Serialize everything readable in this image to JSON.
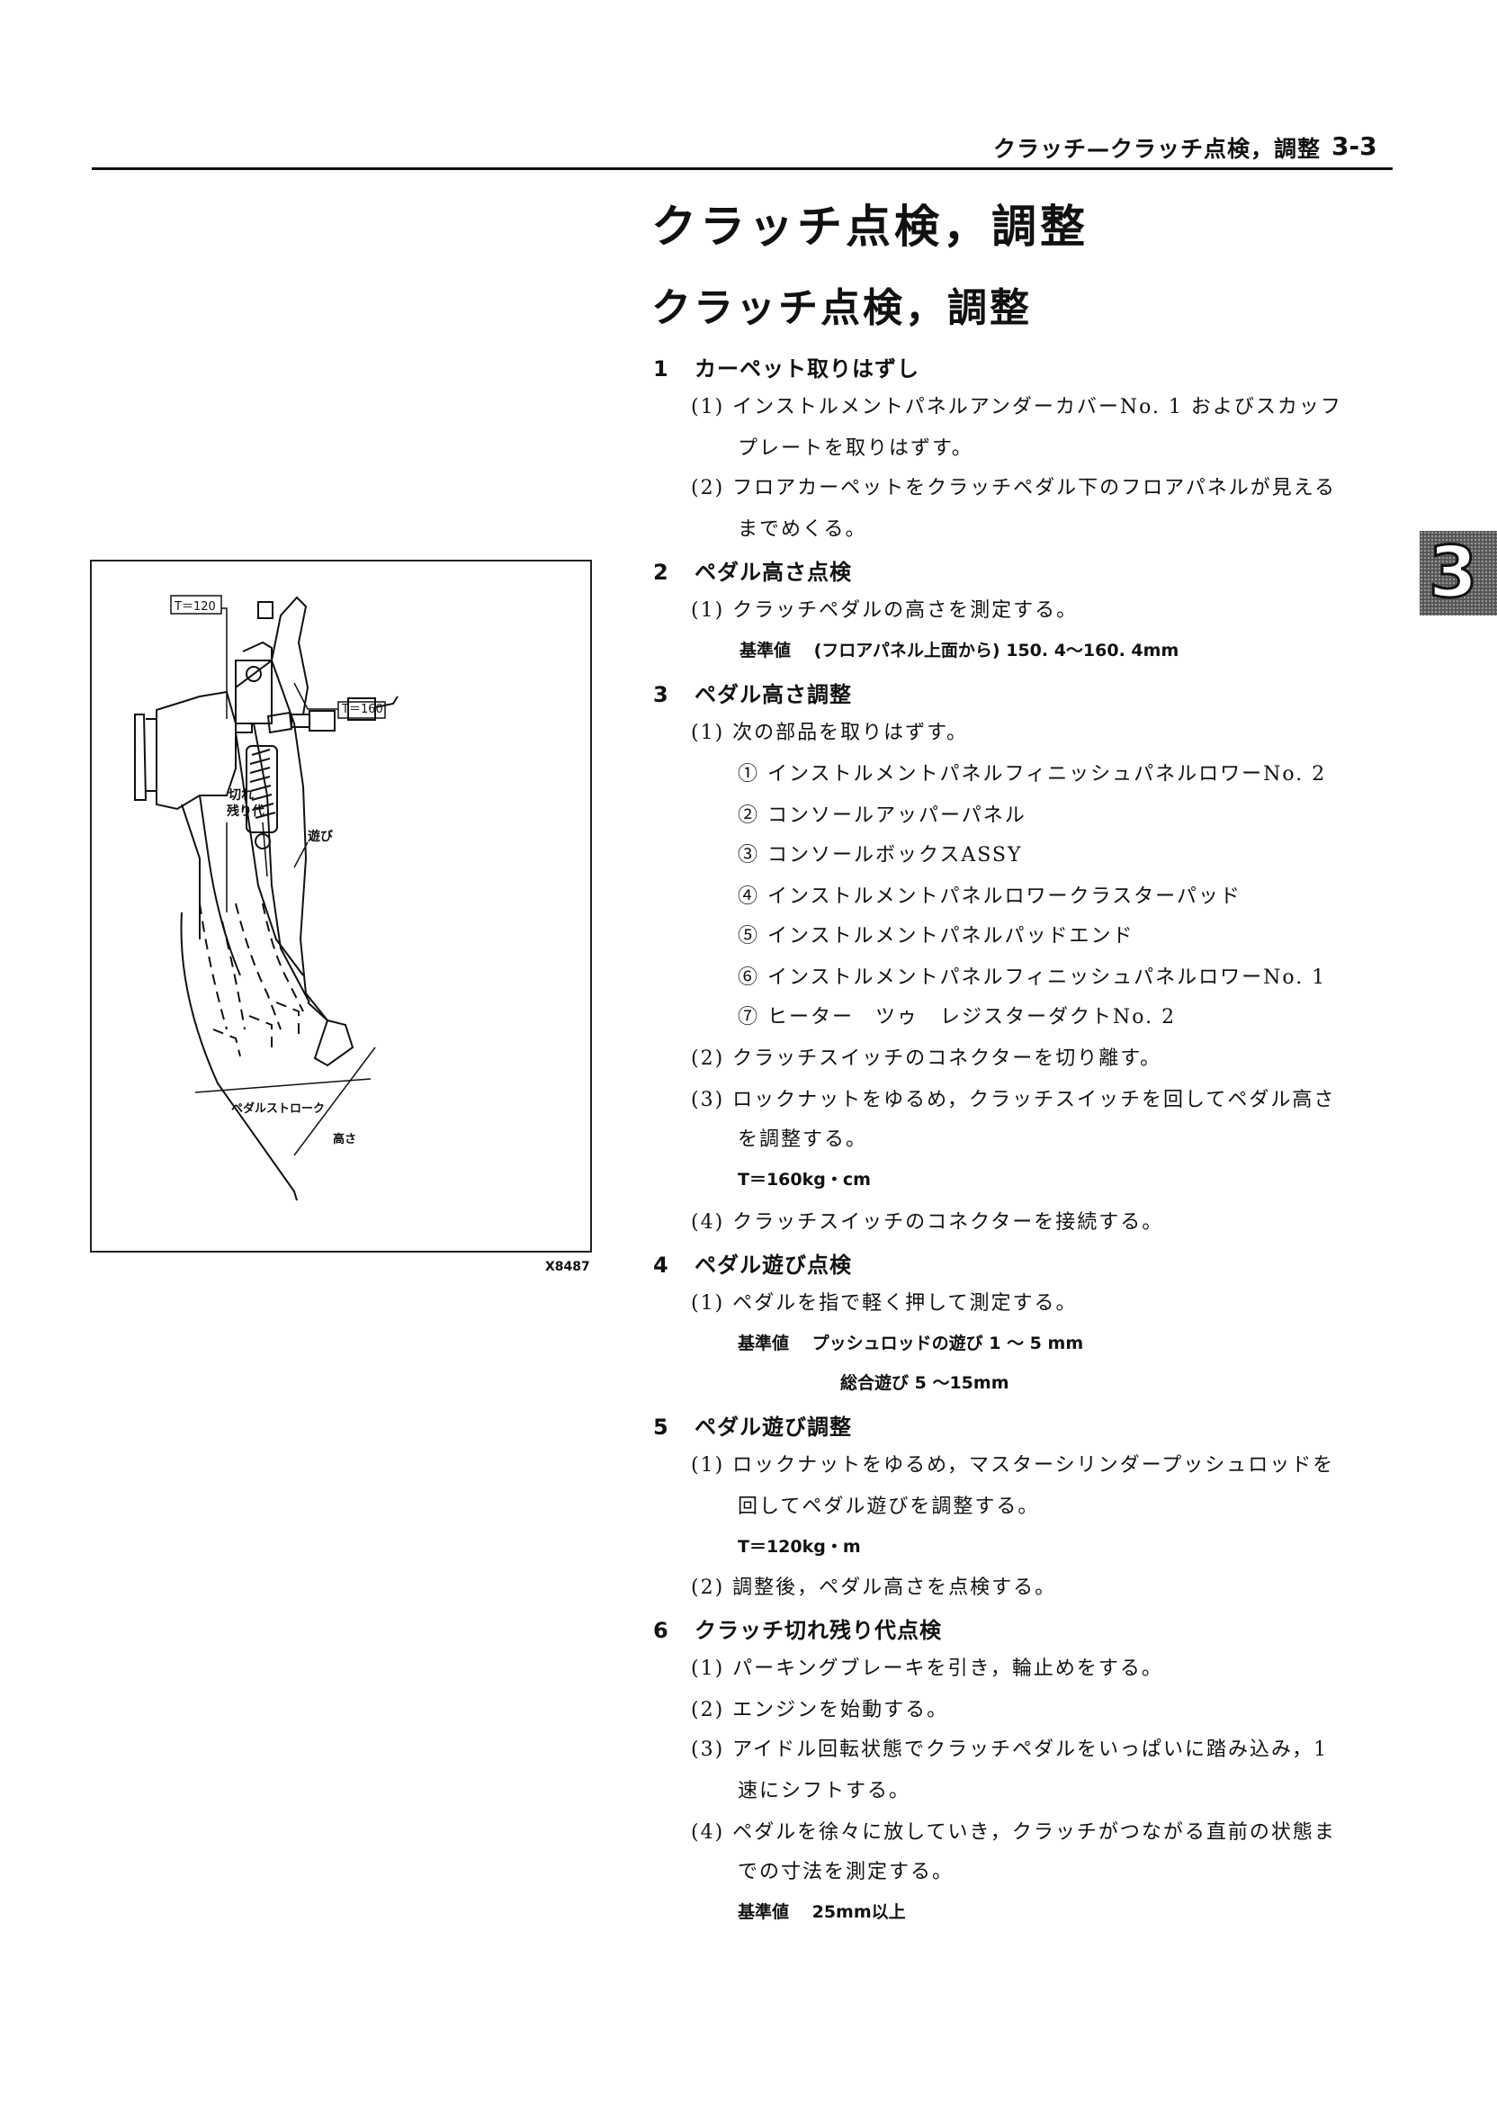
{
  "header": {
    "title": "クラッチ—クラッチ点検，調整",
    "page": "3-3"
  },
  "headings": {
    "h1": "クラッチ点検，調整",
    "h2": "クラッチ点検，調整"
  },
  "tab": {
    "label": "3"
  },
  "figure": {
    "id": "X8487",
    "labels": {
      "t120": "T＝120",
      "t160": "T＝160",
      "kireru": "切れ",
      "nokori": "残り代",
      "asobi": "遊び",
      "stroke": "ペダルストローク",
      "takasa": "高さ"
    }
  },
  "sections": [
    {
      "num": "1",
      "title": "カーペット取りはずし"
    },
    {
      "num": "2",
      "title": "ペダル高さ点検"
    },
    {
      "num": "3",
      "title": "ペダル高さ調整"
    },
    {
      "num": "4",
      "title": "ペダル遊び点検"
    },
    {
      "num": "5",
      "title": "ペダル遊び調整"
    },
    {
      "num": "6",
      "title": "クラッチ切れ残り代点検"
    }
  ],
  "lines": {
    "s1_1a": "(1)  インストルメントパネルアンダーカバーNo. 1 およびスカッフ",
    "s1_1b": "プレートを取りはずす。",
    "s1_2a": "(2)  フロアカーペットをクラッチペダル下のフロアパネルが見える",
    "s1_2b": "までめくる。",
    "s2_1": "(1)  クラッチペダルの高さを測定する。",
    "s2_std": "基準値　  (フロアパネル上面から) 150. 4～160. 4mm",
    "s3_1": "(1)  次の部品を取りはずす。",
    "s3_p1": "①  インストルメントパネルフィニッシュパネルロワーNo. 2",
    "s3_p2": "②  コンソールアッパーパネル",
    "s3_p3": "③  コンソールボックスASSY",
    "s3_p4": "④  インストルメントパネルロワークラスターパッド",
    "s3_p5": "⑤  インストルメントパネルパッドエンド",
    "s3_p6": "⑥  インストルメントパネルフィニッシュパネルロワーNo. 1",
    "s3_p7": "⑦  ヒーター　ツゥ　レジスターダクトNo. 2",
    "s3_2": "(2)  クラッチスイッチのコネクターを切り離す。",
    "s3_3a": "(3)  ロックナットをゆるめ，クラッチスイッチを回してペダル高さ",
    "s3_3b": "を調整する。",
    "s3_t": "T＝160kg・cm",
    "s3_4": "(4)  クラッチスイッチのコネクターを接続する。",
    "s4_1": "(1)  ペダルを指で軽く押して測定する。",
    "s4_std1": "基準値　  プッシュロッドの遊び 1 ～ 5 mm",
    "s4_std2": "総合遊び 5 ～15mm",
    "s5_1a": "(1)  ロックナットをゆるめ，マスターシリンダープッシュロッドを",
    "s5_1b": "回してペダル遊びを調整する。",
    "s5_t": "T＝120kg・m",
    "s5_2": "(2)  調整後，ペダル高さを点検する。",
    "s6_1": "(1)  パーキングブレーキを引き，輪止めをする。",
    "s6_2": "(2)  エンジンを始動する。",
    "s6_3a": "(3)  アイドル回転状態でクラッチペダルをいっぱいに踏み込み，1",
    "s6_3b": "速にシフトする。",
    "s6_4a": "(4)  ペダルを徐々に放していき，クラッチがつながる直前の状態ま",
    "s6_4b": "での寸法を測定する。",
    "s6_std": "基準値　  25mm以上"
  }
}
